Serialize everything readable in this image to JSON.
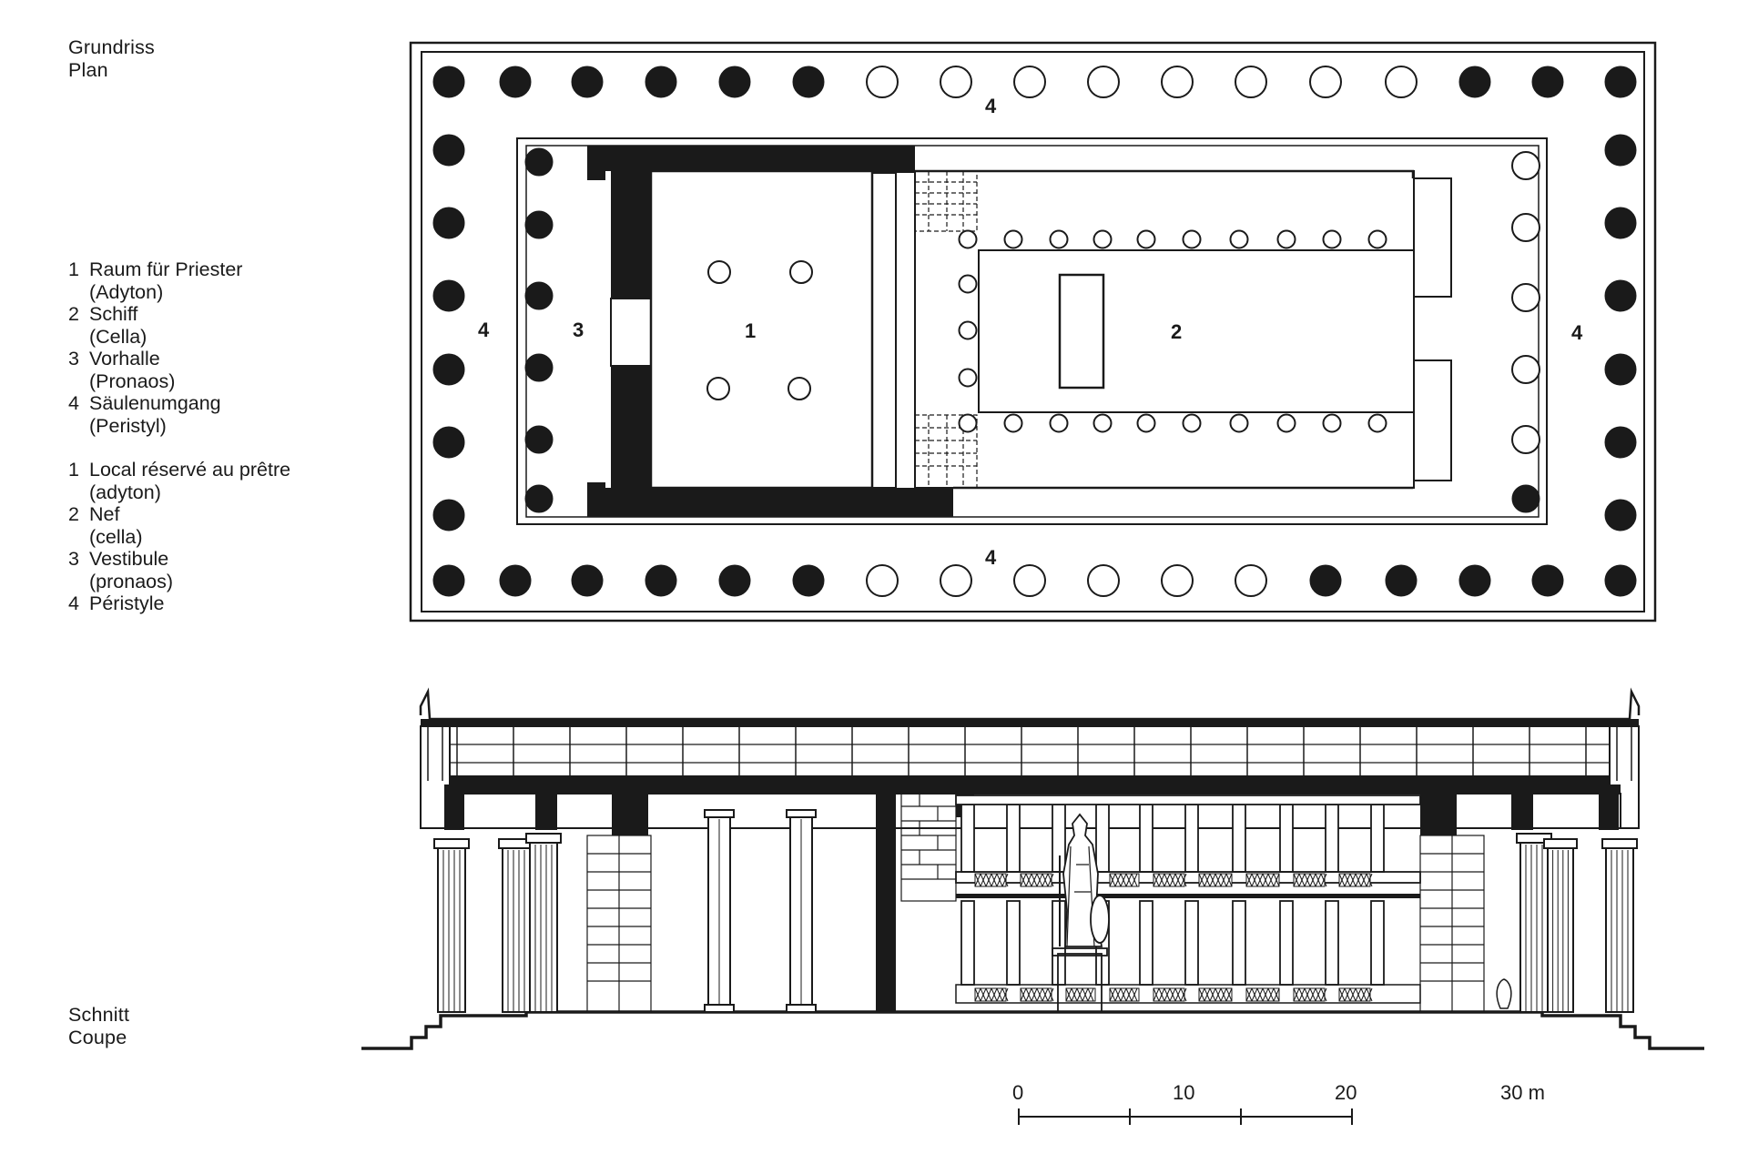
{
  "titles": {
    "plan": [
      "Grundriss",
      "Plan"
    ],
    "section": [
      "Schnitt",
      "Coupe"
    ]
  },
  "legend_de": [
    {
      "num": "1",
      "label": "Raum für Priester",
      "sub": "(Adyton)"
    },
    {
      "num": "2",
      "label": "Schiff",
      "sub": "(Cella)"
    },
    {
      "num": "3",
      "label": "Vorhalle",
      "sub": "(Pronaos)"
    },
    {
      "num": "4",
      "label": "Säulenumgang",
      "sub": "(Peristyl)"
    }
  ],
  "legend_fr": [
    {
      "num": "1",
      "label": "Local réservé au prêtre",
      "sub": "(adyton)"
    },
    {
      "num": "2",
      "label": "Nef",
      "sub": "(cella)"
    },
    {
      "num": "3",
      "label": "Vestibule",
      "sub": "(pronaos)"
    },
    {
      "num": "4",
      "label": "Péristyle",
      "sub": ""
    }
  ],
  "plan_labels": {
    "adyton": "1",
    "cella": "2",
    "pronaos": "3",
    "peristyle_top": "4",
    "peristyle_bottom": "4",
    "peristyle_left": "4",
    "peristyle_right": "4"
  },
  "scale_bar": {
    "ticks": [
      "0",
      "10",
      "20",
      "30 m"
    ]
  },
  "colors": {
    "ink": "#1a1a1a",
    "paper": "#ffffff"
  }
}
